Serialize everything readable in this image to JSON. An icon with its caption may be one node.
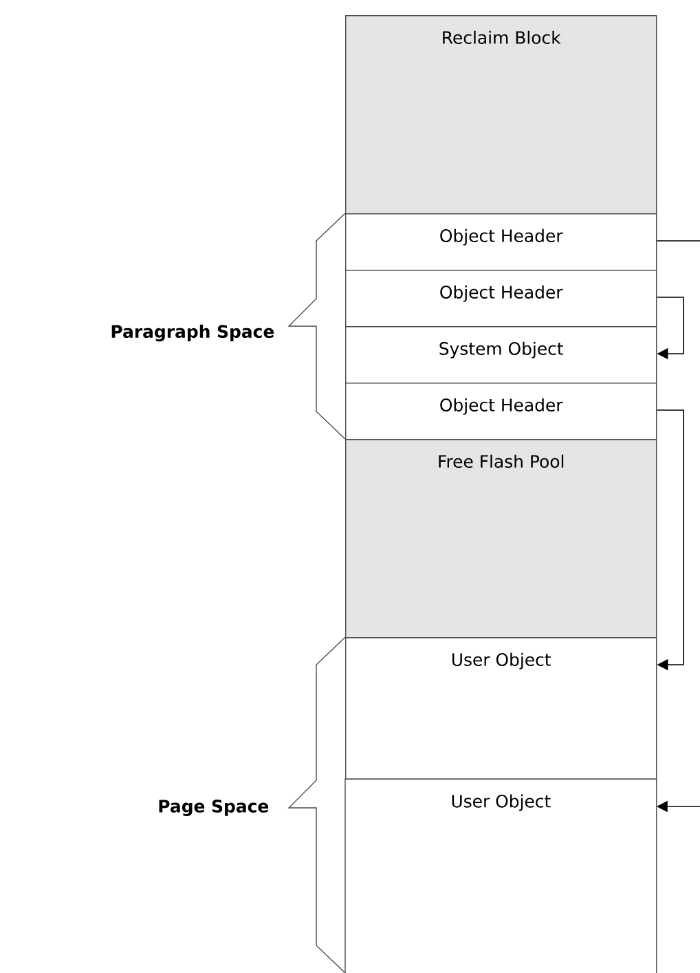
{
  "diagram": {
    "nodes": [
      {
        "text": [
          "Reclaim Block"
        ]
      },
      {
        "text": [
          "Object Header"
        ]
      },
      {
        "text": [
          "Object Header"
        ]
      },
      {
        "text": [
          "System Object"
        ]
      },
      {
        "text": [
          "Object Header"
        ]
      },
      {
        "text": [
          "Free Flash Pool"
        ]
      },
      {
        "text": [
          "User Object"
        ]
      },
      {
        "text": [
          "User Object"
        ]
      }
    ],
    "edges": [
      {
        "from": 1,
        "to": null,
        "arrow": "none"
      },
      {
        "from": 2,
        "to": 3,
        "arrow": "to"
      },
      {
        "from": 4,
        "to": 6,
        "arrow": "to"
      },
      {
        "from": null,
        "to": 7,
        "arrow": "to"
      }
    ],
    "labels": [
      "Paragraph Space",
      "Page Space"
    ]
  }
}
